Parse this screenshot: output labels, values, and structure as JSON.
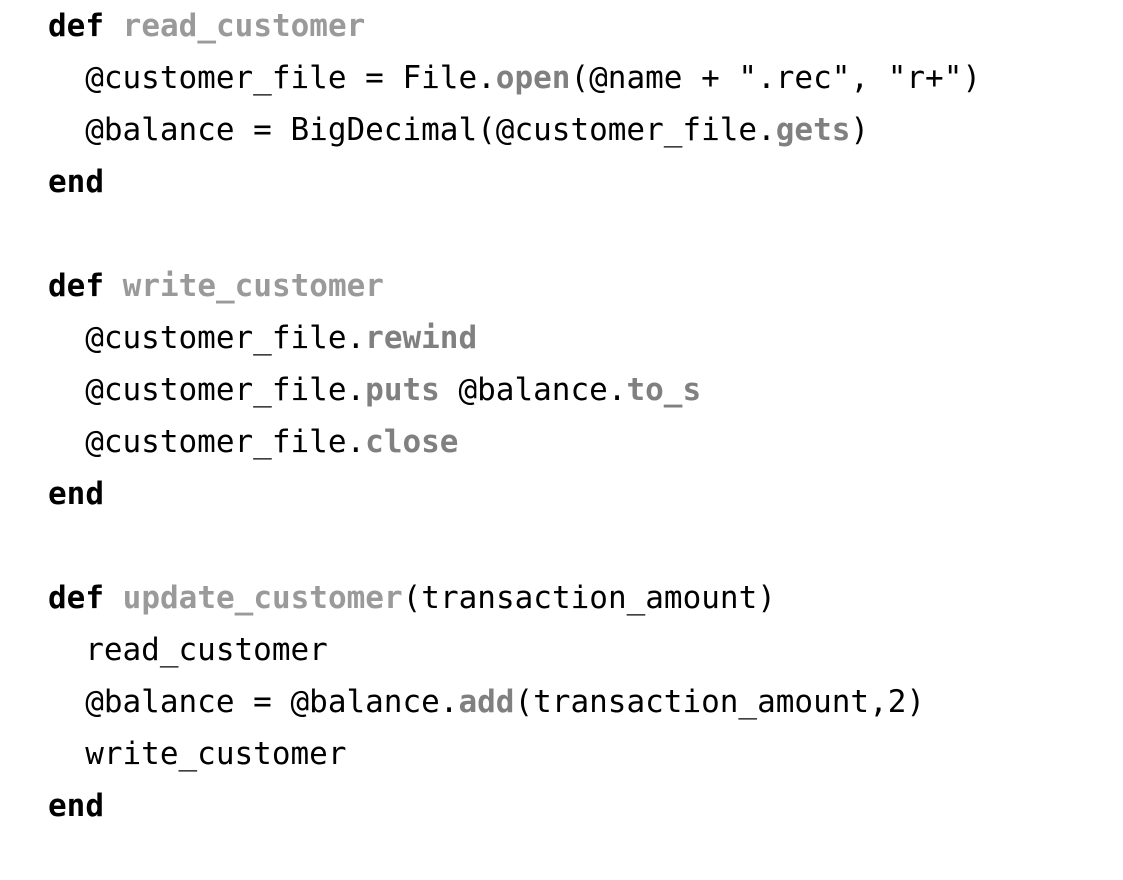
{
  "document": {
    "kind": "source-code-listing",
    "language": "ruby",
    "background_color": "#ffffff"
  },
  "palette": {
    "keyword": "#000000",
    "method_definition_name": "#9a9a9a",
    "method_call": "#808080",
    "plain": "#000000"
  },
  "code": {
    "lines": [
      {
        "indent": 0,
        "blank": false,
        "tokens": [
          {
            "text": "def",
            "kind": "keyword"
          },
          {
            "text": " ",
            "kind": "plain"
          },
          {
            "text": "read_customer",
            "kind": "defname"
          }
        ]
      },
      {
        "indent": 2,
        "blank": false,
        "tokens": [
          {
            "text": "@customer_file = File.",
            "kind": "plain"
          },
          {
            "text": "open",
            "kind": "method"
          },
          {
            "text": "(@name + \".rec\", \"r+\")",
            "kind": "plain"
          }
        ]
      },
      {
        "indent": 2,
        "blank": false,
        "tokens": [
          {
            "text": "@balance = BigDecimal(@customer_file.",
            "kind": "plain"
          },
          {
            "text": "gets",
            "kind": "method"
          },
          {
            "text": ")",
            "kind": "plain"
          }
        ]
      },
      {
        "indent": 0,
        "blank": false,
        "tokens": [
          {
            "text": "end",
            "kind": "keyword"
          }
        ]
      },
      {
        "indent": 0,
        "blank": true,
        "tokens": []
      },
      {
        "indent": 0,
        "blank": false,
        "tokens": [
          {
            "text": "def",
            "kind": "keyword"
          },
          {
            "text": " ",
            "kind": "plain"
          },
          {
            "text": "write_customer",
            "kind": "defname"
          }
        ]
      },
      {
        "indent": 2,
        "blank": false,
        "tokens": [
          {
            "text": "@customer_file.",
            "kind": "plain"
          },
          {
            "text": "rewind",
            "kind": "method"
          }
        ]
      },
      {
        "indent": 2,
        "blank": false,
        "tokens": [
          {
            "text": "@customer_file.",
            "kind": "plain"
          },
          {
            "text": "puts",
            "kind": "method"
          },
          {
            "text": " @balance.",
            "kind": "plain"
          },
          {
            "text": "to_s",
            "kind": "method"
          }
        ]
      },
      {
        "indent": 2,
        "blank": false,
        "tokens": [
          {
            "text": "@customer_file.",
            "kind": "plain"
          },
          {
            "text": "close",
            "kind": "method"
          }
        ]
      },
      {
        "indent": 0,
        "blank": false,
        "tokens": [
          {
            "text": "end",
            "kind": "keyword"
          }
        ]
      },
      {
        "indent": 0,
        "blank": true,
        "tokens": []
      },
      {
        "indent": 0,
        "blank": false,
        "tokens": [
          {
            "text": "def",
            "kind": "keyword"
          },
          {
            "text": " ",
            "kind": "plain"
          },
          {
            "text": "update_customer",
            "kind": "defname"
          },
          {
            "text": "(transaction_amount)",
            "kind": "plain"
          }
        ]
      },
      {
        "indent": 2,
        "blank": false,
        "tokens": [
          {
            "text": "read_customer",
            "kind": "plain"
          }
        ]
      },
      {
        "indent": 2,
        "blank": false,
        "tokens": [
          {
            "text": "@balance = @balance.",
            "kind": "plain"
          },
          {
            "text": "add",
            "kind": "method"
          },
          {
            "text": "(transaction_amount,2)",
            "kind": "plain"
          }
        ]
      },
      {
        "indent": 2,
        "blank": false,
        "tokens": [
          {
            "text": "write_customer",
            "kind": "plain"
          }
        ]
      },
      {
        "indent": 0,
        "blank": false,
        "tokens": [
          {
            "text": "end",
            "kind": "keyword"
          }
        ]
      }
    ]
  }
}
